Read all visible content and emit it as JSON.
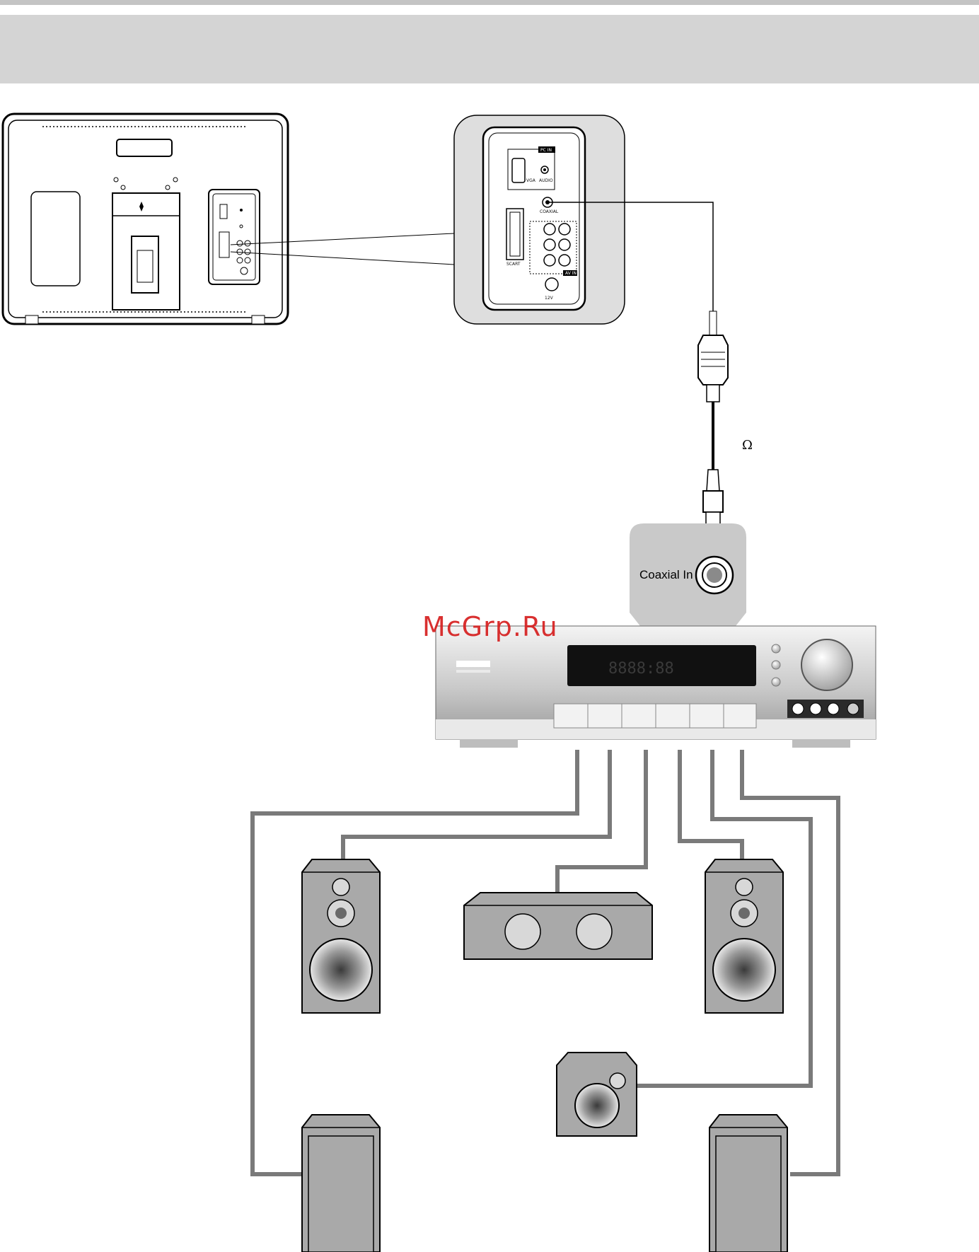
{
  "panel": {
    "coaxial_in_label": "Coaxial In",
    "ohm_symbol": "Ω",
    "port_labels": [
      "PC IN",
      "VGA",
      "AUDIO",
      "COAXIAL",
      "SCART",
      "AV IN",
      "12V"
    ]
  },
  "watermark": "McGrp.Ru",
  "colors": {
    "header_band": "#d4d4d4",
    "wires": "#7a7a7a",
    "speaker_body": "#a9a9a9",
    "callout_bg": "#c9c9c9",
    "watermark": "#d61f1f"
  }
}
